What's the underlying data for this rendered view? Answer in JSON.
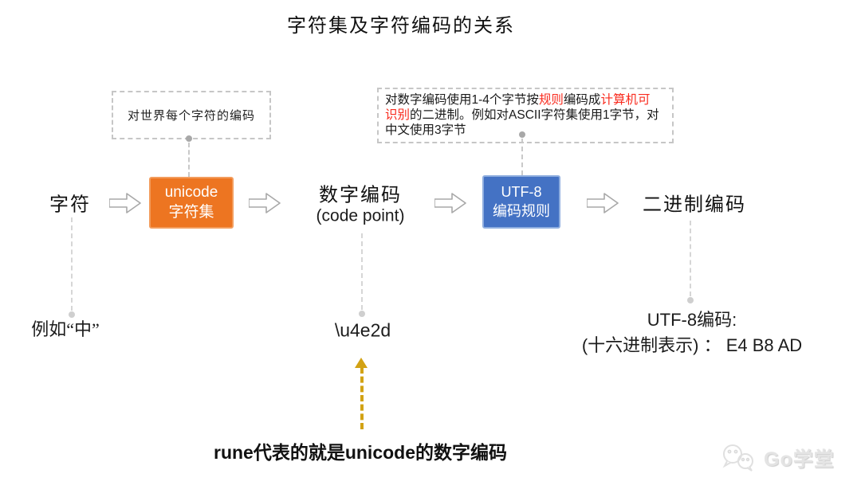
{
  "title": "字符集及字符编码的关系",
  "notes": {
    "unicode_note": "对世界每个字符的编码",
    "utf8_note_lines": [
      {
        "segments": [
          {
            "text": "对数字编码使用1-4个字节按",
            "red": false
          },
          {
            "text": "规则",
            "red": true
          },
          {
            "text": "编码成",
            "red": false
          },
          {
            "text": "计算机可",
            "red": true
          }
        ]
      },
      {
        "segments": [
          {
            "text": "识别",
            "red": true
          },
          {
            "text": "的二进制。例如对ASCII字符集使用1字节，对",
            "red": false
          }
        ]
      },
      {
        "segments": [
          {
            "text": "中文使用3字节",
            "red": false
          }
        ]
      }
    ]
  },
  "flow": {
    "input_label": "字符",
    "unicode_box": {
      "line1": "unicode",
      "line2": "字符集"
    },
    "codepoint_label": {
      "line1": "数字编码",
      "line2": "(code point)"
    },
    "utf8_box": {
      "line1": "UTF-8",
      "line2": "编码规则"
    },
    "output_label": "二进制编码"
  },
  "examples": {
    "char_example": "例如“中”",
    "codepoint_example": "\\u4e2d",
    "utf8_line1": "UTF-8编码:",
    "utf8_line2": "(十六进制表示) ： E4 B8 AD"
  },
  "callout": "rune代表的就是unicode的数字编码",
  "watermark": {
    "label": "Go学堂"
  },
  "colors": {
    "unicode_box": "#ed7521",
    "utf8_box": "#4472c4",
    "highlight_red": "#f92b1e",
    "arrow_outline": "#a8a8a8",
    "callout_arrow": "#d2a214"
  }
}
